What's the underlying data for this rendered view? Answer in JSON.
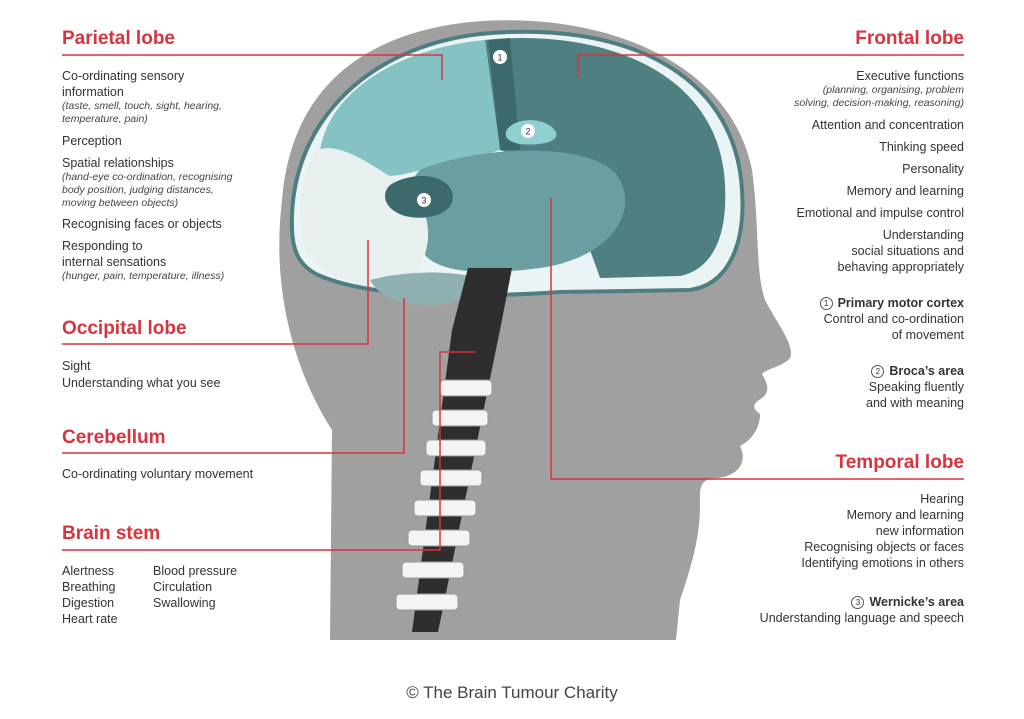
{
  "parietal": {
    "heading": "Parietal lobe",
    "item1": "Co-ordinating sensory",
    "item1b": "information",
    "item1_note1": "(taste, smell, touch, sight, hearing,",
    "item1_note2": "temperature, pain)",
    "item2": "Perception",
    "item3": "Spatial relationships",
    "item3_note1": "(hand-eye co-ordination, recognising",
    "item3_note2": "body position, judging distances,",
    "item3_note3": "moving between objects)",
    "item4": "Recognising faces or objects",
    "item5": "Responding to",
    "item5b": "internal sensations",
    "item5_note": "(hunger, pain, temperature, illness)"
  },
  "occipital": {
    "heading": "Occipital lobe",
    "item1": "Sight",
    "item2": "Understanding what you see"
  },
  "cerebellum": {
    "heading": "Cerebellum",
    "item1": "Co-ordinating voluntary movement"
  },
  "brainstem": {
    "heading": "Brain stem",
    "col1": [
      "Alertness",
      "Breathing",
      "Digestion",
      "Heart rate"
    ],
    "col2": [
      "Blood pressure",
      "Circulation",
      "Swallowing"
    ]
  },
  "frontal": {
    "heading": "Frontal lobe",
    "item1": "Executive functions",
    "item1_note1": "(planning, organising, problem",
    "item1_note2": "solving, decision-making, reasoning)",
    "item2": "Attention and concentration",
    "item3": "Thinking speed",
    "item4": "Personality",
    "item5": "Memory and learning",
    "item6": "Emotional and impulse control",
    "item7a": "Understanding",
    "item7b": "social situations and",
    "item7c": "behaving appropriately"
  },
  "motor": {
    "number": "1",
    "heading": "Primary motor cortex",
    "line1": "Control and co-ordination",
    "line2": "of movement"
  },
  "broca": {
    "number": "2",
    "heading": "Broca’s area",
    "line1": "Speaking fluently",
    "line2": "and with meaning"
  },
  "temporal": {
    "heading": "Temporal lobe",
    "item1": "Hearing",
    "item2a": "Memory and learning",
    "item2b": "new information",
    "item3": "Recognising objects or faces",
    "item4": "Identifying emotions in others"
  },
  "wernicke": {
    "number": "3",
    "heading": "Wernicke’s area",
    "line1": "Understanding language and speech"
  },
  "footer": {
    "copyright": "© The Brain Tumour Charity"
  },
  "colors": {
    "accent": "#d6343f",
    "head": "#a0a0a0",
    "brain_outline": "#4e7e82",
    "frontal": "#4f7f81",
    "parietal": "#84c2c4",
    "temporal": "#6a9ea1",
    "occipital": "#e8efef",
    "spine": "#2e2e2e"
  }
}
